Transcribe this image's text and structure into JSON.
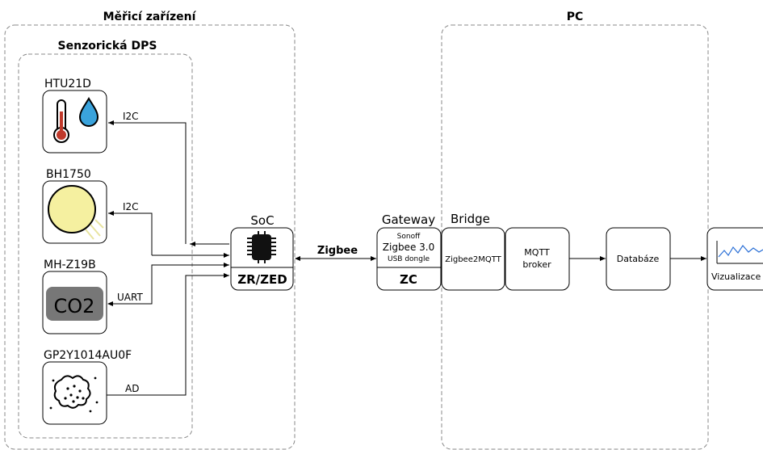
{
  "groups": {
    "device": "Měřicí zařízení",
    "pcb": "Senzorická DPS",
    "pc": "PC"
  },
  "sensors": [
    {
      "name": "HTU21D",
      "bus": "I2C",
      "icon": "thermometer-humidity-icon"
    },
    {
      "name": "BH1750",
      "bus": "I2C",
      "icon": "sun-light-icon"
    },
    {
      "name": "MH-Z19B",
      "bus": "UART",
      "icon": "co2-icon",
      "icon_text": "CO2"
    },
    {
      "name": "GP2Y1014AU0F",
      "bus": "AD",
      "icon": "dust-icon"
    }
  ],
  "soc": {
    "title": "SoC",
    "role": "ZR/ZED",
    "icon": "chip-icon"
  },
  "link": {
    "label": "Zigbee"
  },
  "gateway": {
    "title": "Gateway",
    "line1": "Sonoff",
    "line2": "Zigbee 3.0",
    "line3": "USB dongle",
    "role": "ZC"
  },
  "bridge": {
    "title": "Bridge",
    "label": "Zigbee2MQTT"
  },
  "mqtt": {
    "line1": "MQTT",
    "line2": "broker"
  },
  "database": {
    "label": "Databáze"
  },
  "visualization": {
    "label": "Vizualizace",
    "icon": "line-chart-icon"
  },
  "colors": {
    "stroke": "#000000",
    "dashed": "#888888",
    "sun_fill": "#f5f0a0",
    "co2_fill": "#777777",
    "drop_fill": "#3aa3dc",
    "thermo_fill": "#c0392b",
    "chart_line": "#2a6fd6"
  }
}
